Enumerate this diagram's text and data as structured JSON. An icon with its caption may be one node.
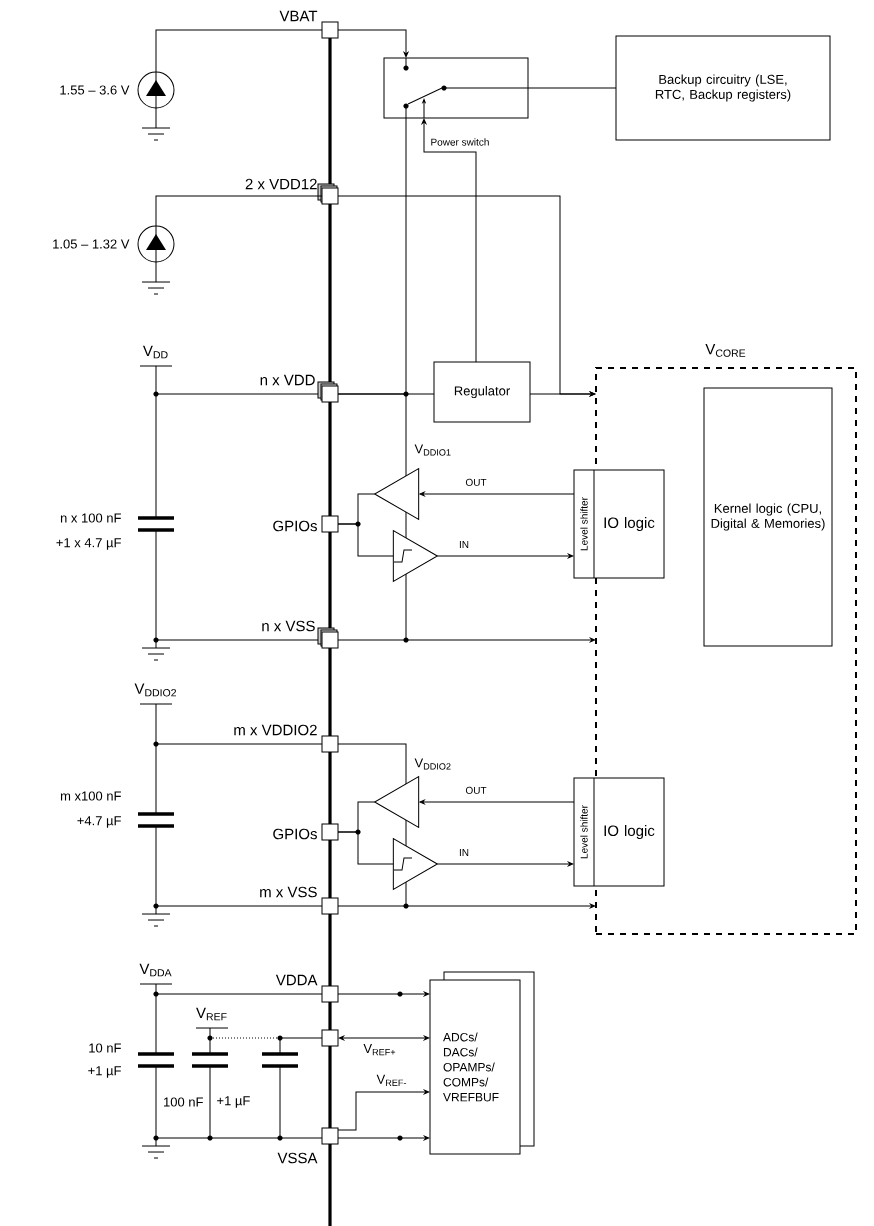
{
  "diagram": {
    "nodes": [
      {
        "text": [],
        "shape": "box",
        "beside": [
          "Power switch"
        ]
      },
      {
        "text": [
          "Backup circuitry (LSE, RTC, Backup registers)"
        ]
      },
      {
        "text": [
          "Regulator"
        ]
      },
      {
        "text": [
          "V$_{CORE}$"
        ]
      },
      {
        "text": [
          "Kernel logic (CPU, Digital & Memories)"
        ],
        "in": 3
      },
      {
        "text": [
          "Level shifter",
          "IO logic"
        ]
      },
      {
        "text": [
          "Level shifter",
          "IO logic"
        ]
      },
      {
        "text": [
          "ADCs/ DACs/ OPAMPs/ COMPs/ VREFBUF"
        ]
      },
      {
        "text": [],
        "shape": "box",
        "beside": [
          "VBAT"
        ]
      },
      {
        "text": [],
        "shape": "box",
        "beside": [
          "2 x VDD12"
        ]
      },
      {
        "text": [],
        "shape": "box",
        "beside": [
          "n x VDD"
        ]
      },
      {
        "text": [],
        "shape": "box",
        "beside": [
          "GPIOs"
        ]
      },
      {
        "text": [],
        "shape": "box",
        "beside": [
          "n x VSS"
        ]
      },
      {
        "text": [],
        "shape": "box",
        "beside": [
          "m x VDDIO2"
        ]
      },
      {
        "text": [],
        "shape": "box",
        "beside": [
          "GPIOs"
        ]
      },
      {
        "text": [],
        "shape": "box",
        "beside": [
          "m x VSS"
        ]
      },
      {
        "text": [],
        "shape": "box",
        "beside": [
          "VDDA"
        ]
      },
      {
        "text": [],
        "shape": "box"
      },
      {
        "text": [],
        "shape": "box",
        "beside": [
          "VSSA"
        ]
      },
      {
        "text": [],
        "shape": "circle",
        "beside": [
          "1.55 – 3.6 V"
        ]
      },
      {
        "text": [],
        "shape": "circle",
        "beside": [
          "1.05 – 1.32 V"
        ]
      },
      {
        "text": [],
        "shape": "triangle"
      },
      {
        "text": [],
        "shape": "triangle"
      },
      {
        "text": [],
        "shape": "triangle"
      },
      {
        "text": [],
        "shape": "triangle"
      }
    ],
    "edges": [
      {
        "from": 19,
        "to": 8,
        "arrow": "none"
      },
      {
        "from": 8,
        "to": 0,
        "arrow": "to"
      },
      {
        "from": 0,
        "to": 1,
        "arrow": "none"
      },
      {
        "from": 20,
        "to": 9,
        "arrow": "none"
      },
      {
        "from": 9,
        "to": 3,
        "arrow": "to"
      },
      {
        "from": 2,
        "to": 3,
        "arrow": "to"
      },
      {
        "from": 10,
        "to": 2,
        "arrow": "none"
      },
      {
        "from": 10,
        "to": 0,
        "arrow": "none"
      },
      {
        "from": 2,
        "to": 0,
        "arrow": "to"
      },
      {
        "from": 5,
        "to": 21,
        "arrow": "to",
        "label": "OUT"
      },
      {
        "from": 21,
        "to": 11,
        "arrow": "none"
      },
      {
        "from": 11,
        "to": 22,
        "arrow": "none"
      },
      {
        "from": 22,
        "to": 5,
        "arrow": "to",
        "label": "IN"
      },
      {
        "from": 12,
        "to": 3,
        "arrow": "to"
      },
      {
        "from": 6,
        "to": 23,
        "arrow": "to",
        "label": "OUT"
      },
      {
        "from": 23,
        "to": 14,
        "arrow": "none"
      },
      {
        "from": 14,
        "to": 24,
        "arrow": "none"
      },
      {
        "from": 24,
        "to": 6,
        "arrow": "to",
        "label": "IN"
      },
      {
        "from": 15,
        "to": 3,
        "arrow": "to"
      },
      {
        "from": 16,
        "to": 7,
        "arrow": "to"
      },
      {
        "from": 17,
        "to": 7,
        "arrow": "both",
        "label": "V$_{REF+}$"
      },
      {
        "from": 18,
        "to": 7,
        "arrow": "to",
        "label": "V$_{REF-}$"
      },
      {
        "from": 18,
        "to": 7,
        "arrow": "to"
      }
    ],
    "labels": [
      "V$_{DD}$",
      "V$_{DDIO1}$",
      "n x 100 nF",
      "+1 x 4.7 µF",
      "V$_{DDIO2}$",
      "V$_{DDIO2}$",
      "m x100 nF",
      "+4.7 µF",
      "V$_{DDA}$",
      "V$_{REF}$",
      "10 nF",
      "+1 µF",
      "100 nF",
      "+1 µF"
    ]
  }
}
